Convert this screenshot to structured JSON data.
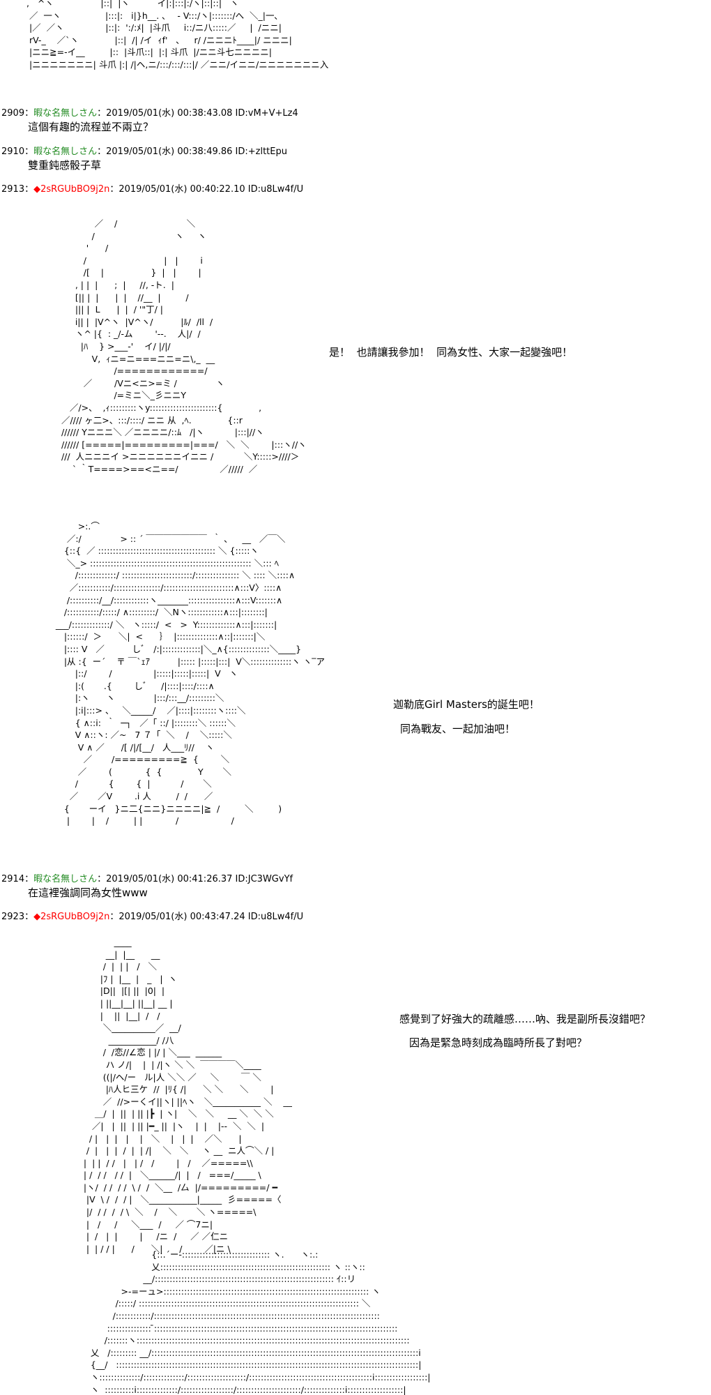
{
  "ascii_art": {
    "block_0": ",   ^ヽ                 |::|  |ヽ          イ|:|:::|:/ヽ|::|::|   ヽ\n ／  一ヽ                |:::|:   i|}h__. ､    - V:::/ヽ|:::::::/へ  ＼_|一､\n |／  ／ヽ               |::|:  ':/:ﾒ|  |斗爪     i::/ニ八:::::／     |  /ニニ|\n rV-_    ／`ヽ             |::|  /| /イ  ｨf'   ､     r/ /ニニニﾄ____|/ ニニニ|\n |ニニ≧=-イ__         |::  |斗爪::|  |:| 斗爪  |/ニニ斗七ニニニニ|\n |ニニニニニニニ| 斗爪 |:| /|ヘ,ニ/:::/:::/:::|/ ／ニニ/イニニ/ニニニニニニニ入",
    "block_1": "              ／    /                         ＼\n             /                             ヽ     ヽ\n           '      /\n          /                            |   |        i\n          /[    |                 }  |   |        |\n       , | |  |      ;  |     //, -ト.  |\n       [|| |  |      |  |    //__  |         /\n       ||| |  L      |  |  / '\"丁/ |\n       i|| |  |V^ヽ  |V^ヽ/          |ﾙ/  /ll  /\n       ヽ^ |{  : _/-ム        '--.    人|/  /\n         |ﾊ    } >___-'    イ/ |/|/\n             V,  ｨニ=ニ===ニニ=ニ\\,_  __\n                     /============/\n          ／        /Vニ<ニ>=ミ /              ヽ\n                     /=ミニ＼_彡ニニY\n     ／/>、  ,ｨ:::::::::ヽy:::::::::::::::::::::::{             ,\n  ／//// ヶ二>、:::/::::/ ニニ 从  ,ﾍ.             {::r\n  ////// Yニニニ＼ ／ニニニニ/::ﾑ   /|ヽ           |:::|//ヽ\n  ////// [=====|=========|===/   ＼  ＼        |:::ヽ//ヽ\n  ///  人ニニニイ >ニニニニニニイニニ /           ＼Y:::::>////＞\n      ` ｀T====>==<ニ==/               ／/////  ／",
    "block_2": "           >:.⌒\n       ／:/              > :: ´ ￣￣￣￣￣￣￣  ｀ ､     __   ／￣＼\n      {::{  ／ :::::::::::::::::::::::::::::::::::::::: ＼ {:::::ヽ\n       ＼_> ::::::::::::::::::::::::::::::::::::::::::::::::::::::: ＼::: ﾍ\n          /:::::::::::::/ ::::::::::::::::::::::::/::::::::::::::: ＼ :::: ＼::::∧\n        ／:::::::::::/::::::::::::::::/::::::::::::::::::::::::∧:::V〉::::∧\n       /::::::::::/__/::::::::::::ヽ_______::::::::::::::::∧:::V:::::::∧\n      /:::::::::::/:::::/ ∧:::::::::/  ＼Nヽ::::::::::::∧:::|::::::::|\n   ___/:::::::::::::/ ＼   ヽ:::::/  <   >  Y:::::::::::::∧:::|:::::::|\n      |::::::/  ＞      ＼|  <      ｝  |::::::::::::::∧::|:::::::|＼\n      |:::: V   ／          しﾞ   /:|:::::::::::::|＼_∧{::::::::::::::＼____}\n      |从 :{  ー´    〒 ￣`ｪｱ          |::::: |:::::|:::|  V＼::::::::::::::ヽ ヽ‾ア\n          |::/        /               |:::::|:::::|:::::|  V   ヽ\n          |:(       .{        しﾞ     /|::::|::::/::::∧\n          |:ヽ      ヽ              |:::/:::__/:::::::::＼\n          |:i|:::> 、   ＼_____/    ／|::::|::::::::ヽ::::＼\n          { ∧::i:  ｀  ─┐   ／「 ::/ |::::::::＼ ::::::＼\n          V ∧::ヽ: ／~   7 ７「  ＼    /    ＼:::::＼\n           V ∧ ／      /[ /|/[__/   人___ﾘ//    ヽ \n             ／       /=========≧  {        ＼\n           ／        (            {  {             Y       ＼\n          /           {        {  |           /       ＼\n        ／       ／V        .i 人         /  /      ／\n      {       ーイ   }ニ二{ニニ}ニニニニ|≧  /         ＼         )\n       |        |    /         | |            /                   /",
    "block_3": "              ____\n           __|  |__      __\n          /  |  | |   /   ＼\n         |ﾌ |  |__  |   _   |  ヽ\n         |D||  |[| ||  |0|  |\n         | ||__|__| ||__| __ |\n         |    ||  |__|  /   /\n          ＼__________／  __/\n            ___________/ /八\n          /  /恋//∠恋 | |/ | ＼___  ______\n           ハ ノ/|    |  | /|ヽ ＼ ＼  ￣￣￣￣＼____\n          ((|/ヘ/ー   ル|人 ＼＼ ／     ＼        ￣ ＼\n           |ﾊ人ヒ三ケ  //  |ﾘ{ /|      ＼ ＼      ＼        |\n          ／  //>ーくイ||ヽ| ||ﾍヽ   ＼___________ ＼    __\n       ＿/  |  ||  | || |┣  | ヽ|    ＼   ＼     __ ＼  ＼ ＼\n      ／|   |  ||  | || |━_ ||  |ヽ    |  |    |--  ＼  ＼  |\n     / |   |  |   |    |   ＼    |   |  |    ／＼      |\n    /  |   |  |  /  |  | /|    ＼   ＼     ヽ __  ニ人⌒＼ / |\n   |  | |  / /   |   | /   /        |   /    ／=====\\\\\n   | /  / /   / /  |   ＼______/|  |   /   ===/_____ \\\n   |ヽ/  / /  / /  \\ /  /  ＼__  /厶  |/=========/ ━\n    |V  \\ /  /  / |   ＼___________|_____  彡=====〈\n    |/  / /  /  / \\  ＼    /    ＼       ＼ ヽ=====\\\n    |   /     /     ＼___  /     ／ ⌒7ニ|\n    |  /   |  |        |     /ニ  /     ／ ／仁ニ\n    |  | / / |      /      ＼|      /        ／|ニ \\",
    "block_4": "                            {::.´ー-:::::::::::::::::::::::::::::: ヽ.      ヽ:.:\n                            乂:::::::::::::::::::::::::::::::::::::::::::::::::::::::::: ヽ ::ヽ::\n                         __/::::::::::::::::::::::::::::::::::::::::::::::::::::::::::::: ｲ::リ\n                 >-=ーュ>:::::::::::::::::::::::::::::::::::::::::::::::::::::::::::::::::::::: ヽ\n               /:::::/ ::::::::::::::::::::::::::::::::::::::::::::::::::::::::::::::::::::::::::: ＼\n              /::::::::::::/:::::::::::::::::::::::::::::::::::::::::::::::::::::::::::::::::::::::::::::\n            ::::::::::::::: ̄:::::::::::::::::::::::::::::::::::::::::::::::::::::::::::::::::::::::::::::::::::\n           /:::::::ヽ:::::::::::::::::::::::::::::::::::::::::::::::::::::::::::::::::::::::::::::::::::::::::::::\n      乂   /::::::::: __/:::::::::::::::::::::::::::::::::::::::::::::::::::::::::::::::::::::::::::::::::::::::::::i\n      {__/   :::::::::::::::::::::::::::::::::::::::::::::::::::::::::::::::::::::::::::::::::::::::::::::::::::::::|\n      ヽ::::::::::::::/::::::::::::::/::::::::::::::::::::/::::::::::::::::::::::::::::::::::::::::::i::::::::::::::::::|\n      ヽ  ::::::::::i::::::::::::::/::::::::::::::::::/::::::::::::::::::::::/::::::::::::::i:::::::::::::::::::|\n         > - :::::::::i:::::::::::::: / ::::::::::::::::: / ::::::::::::::: /::::::::::::::::: i:::::::::::::::::::|\n        __  :::::::::i:::::::::::::: / ::::::::::::::::: / ::::::::::::::: /::::::::::::::::: i ::::::::::::::::::|"
  },
  "speech": {
    "s1": "是！  也請讓我參加！  同為女性、大家一起變強吧！",
    "s2a": "迦勒底Girl Masters的誕生吧！",
    "s2b": "同為戰友、一起加油吧！",
    "s3a": "感覺到了好強大的疏離感……吶、我是副所長沒錯吧？",
    "s3b": "因為是緊急時刻成為臨時所長了對吧？"
  },
  "posts": [
    {
      "number": "2909",
      "sep": "：",
      "name": "暇な名無しさん",
      "colon": "：",
      "date": "2019/05/01(水) 00:38:43.08 ID:vM+V+Lz4",
      "body": "這個有趣的流程並不兩立？"
    },
    {
      "number": "2910",
      "sep": "：",
      "name": "暇な名無しさん",
      "colon": "：",
      "date": "2019/05/01(水) 00:38:49.86 ID:+zlttEpu",
      "body": "雙重鈍感骰子草"
    },
    {
      "number": "2913",
      "sep": "：",
      "diamond": "◆",
      "trip": "2sRGUbBO9j2n",
      "colon": "：",
      "date": "2019/05/01(水) 00:40:22.10 ID:u8Lw4f/U"
    },
    {
      "number": "2914",
      "sep": "：",
      "name": "暇な名無しさん",
      "colon": "：",
      "date": "2019/05/01(水) 00:41:26.37 ID:JC3WGvYf",
      "body": "在這裡強調同為女性www"
    },
    {
      "number": "2923",
      "sep": "：",
      "diamond": "◆",
      "trip": "2sRGUbBO9j2n",
      "colon": "：",
      "date": "2019/05/01(水) 00:43:47.24 ID:u8Lw4f/U"
    }
  ],
  "colors": {
    "anon_name": "#228b22",
    "trip": "#ff0000",
    "text": "#000000",
    "background": "#ffffff"
  }
}
